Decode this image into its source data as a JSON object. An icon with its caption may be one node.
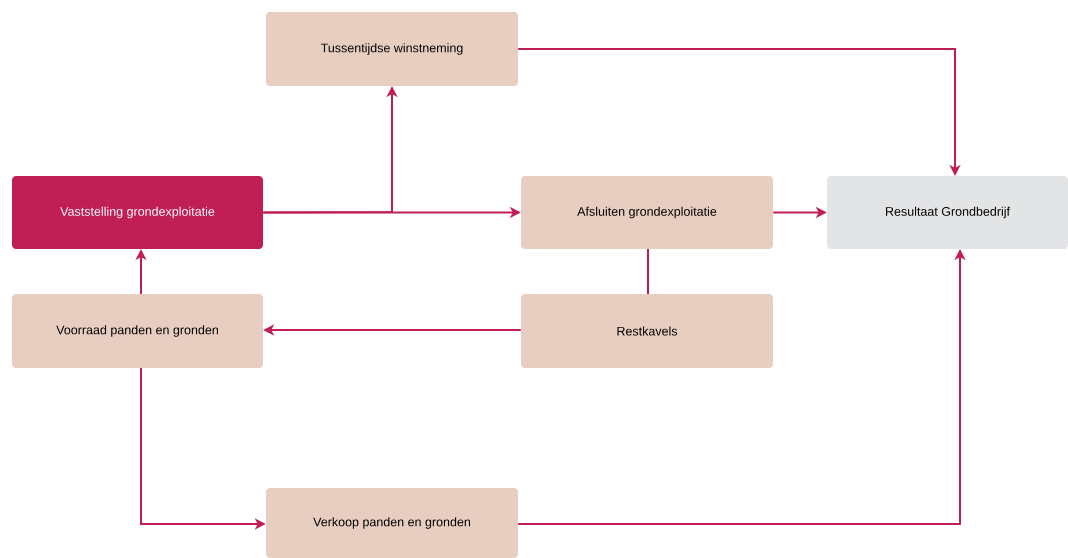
{
  "diagram": {
    "nodes": [
      {
        "text": [
          "Tussentijdse winstneming"
        ]
      },
      {
        "text": [
          "Vaststelling grondexploitatie"
        ]
      },
      {
        "text": [
          "Afsluiten grondexploitatie"
        ]
      },
      {
        "text": [
          "Resultaat Grondbedrijf"
        ]
      },
      {
        "text": [
          "Voorraad panden en gronden"
        ]
      },
      {
        "text": [
          "Restkavels"
        ]
      },
      {
        "text": [
          "Verkoop panden en gronden"
        ]
      }
    ],
    "edges": [
      {
        "from": 1,
        "to": 2,
        "arrow": "to"
      },
      {
        "from": 1,
        "to": 0,
        "arrow": "to"
      },
      {
        "from": 0,
        "to": 3,
        "arrow": "to"
      },
      {
        "from": 2,
        "to": 3,
        "arrow": "to"
      },
      {
        "from": 2,
        "to": 5,
        "arrow": "none"
      },
      {
        "from": 5,
        "to": 4,
        "arrow": "to"
      },
      {
        "from": 4,
        "to": 1,
        "arrow": "to"
      },
      {
        "from": 4,
        "to": 6,
        "arrow": "to"
      },
      {
        "from": 6,
        "to": 3,
        "arrow": "to"
      }
    ]
  }
}
